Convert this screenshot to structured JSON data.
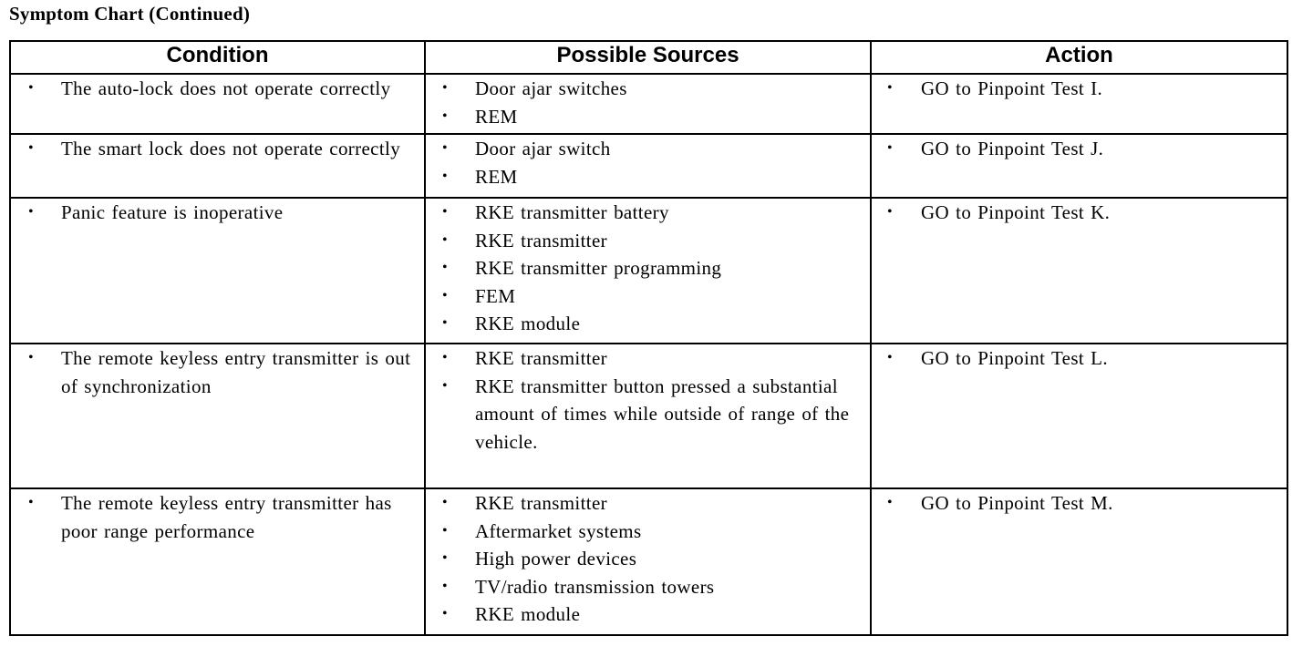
{
  "document": {
    "title": "Symptom Chart (Continued)"
  },
  "table": {
    "headers": [
      {
        "label": "Condition"
      },
      {
        "label": "Possible Sources"
      },
      {
        "label": "Action"
      }
    ],
    "bullet_glyph": "•",
    "rows": [
      {
        "condition": [
          "The auto-lock does not operate correctly"
        ],
        "possible_sources": [
          "Door ajar switches",
          "REM"
        ],
        "action": [
          "GO to Pinpoint Test I."
        ]
      },
      {
        "condition": [
          "The smart lock does not operate correctly"
        ],
        "possible_sources": [
          "Door ajar switch",
          "REM"
        ],
        "action": [
          "GO to Pinpoint Test J."
        ]
      },
      {
        "condition": [
          "Panic feature is inoperative"
        ],
        "possible_sources": [
          "RKE transmitter battery",
          "RKE transmitter",
          "RKE transmitter programming",
          "FEM",
          "RKE module"
        ],
        "action": [
          "GO to Pinpoint Test K."
        ]
      },
      {
        "condition": [
          "The remote keyless entry transmitter is out of synchronization"
        ],
        "possible_sources": [
          "RKE transmitter",
          "RKE transmitter button pressed a substantial amount of times while outside of range of the vehicle."
        ],
        "action": [
          "GO to Pinpoint Test L."
        ]
      },
      {
        "condition": [
          "The remote keyless entry transmitter has poor range performance"
        ],
        "possible_sources": [
          "RKE transmitter",
          "Aftermarket systems",
          "High power devices",
          "TV/radio transmission towers",
          "RKE module"
        ],
        "action": [
          "GO to Pinpoint Test M."
        ]
      }
    ]
  },
  "colors": {
    "text": "#000000",
    "background": "#ffffff",
    "border": "#000000"
  }
}
